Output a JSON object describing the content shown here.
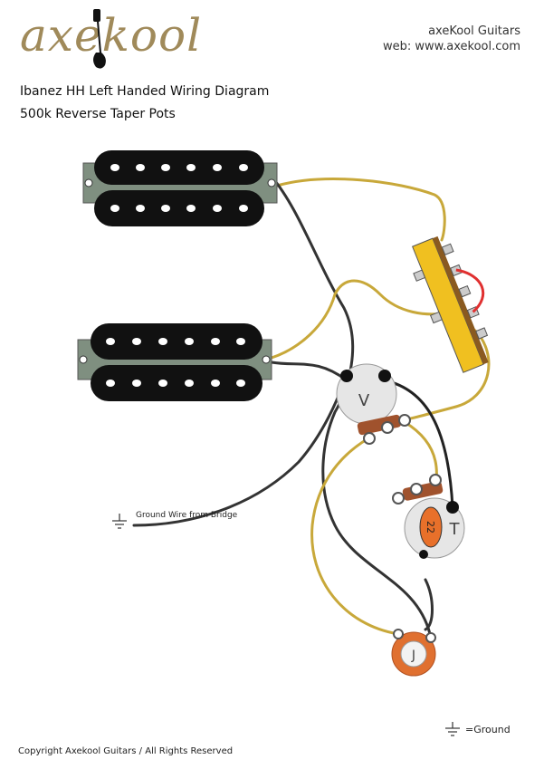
{
  "header": {
    "logo_text": "axekool",
    "company": "axeKool Guitars",
    "web": "web: www.axekool.com"
  },
  "diagram": {
    "title": "Ibanez HH Left Handed Wiring Diagram",
    "subtitle": "500k Reverse Taper Pots",
    "volume_pot_label": "V",
    "tone_pot_label": "T",
    "jack_label": "J",
    "capacitor_label": "22",
    "ground_wire_label": "Ground Wire from Bridge",
    "legend_label": "=Ground"
  },
  "footer": {
    "copyright": "Copyright Axekool Guitars / All Rights Reserved"
  },
  "colors": {
    "wire_yellow": "#c8a83a",
    "wire_black": "#333333",
    "wire_red": "#e03030",
    "pickup_body": "#111111",
    "pickup_plate": "#7f8f80",
    "switch_body": "#f0c020",
    "pot_body": "#e6e6e6",
    "capacitor": "#e8702a",
    "jack": "#e07030",
    "logo": "#a08a5a"
  }
}
